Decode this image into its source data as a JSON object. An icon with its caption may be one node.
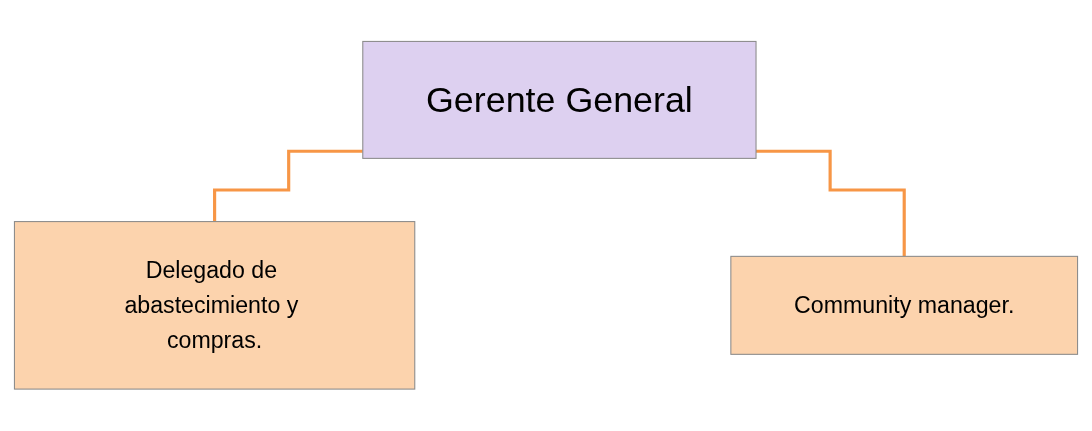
{
  "diagram": {
    "nodes": [
      {
        "text": [
          "Gerente General"
        ]
      },
      {
        "text": [
          "Delegado de abastecimiento y compras."
        ]
      },
      {
        "text": [
          "Community manager."
        ]
      }
    ],
    "edges": [
      {
        "from": 0,
        "to": 1,
        "arrow": "none"
      },
      {
        "from": 0,
        "to": 2,
        "arrow": "none"
      }
    ]
  }
}
